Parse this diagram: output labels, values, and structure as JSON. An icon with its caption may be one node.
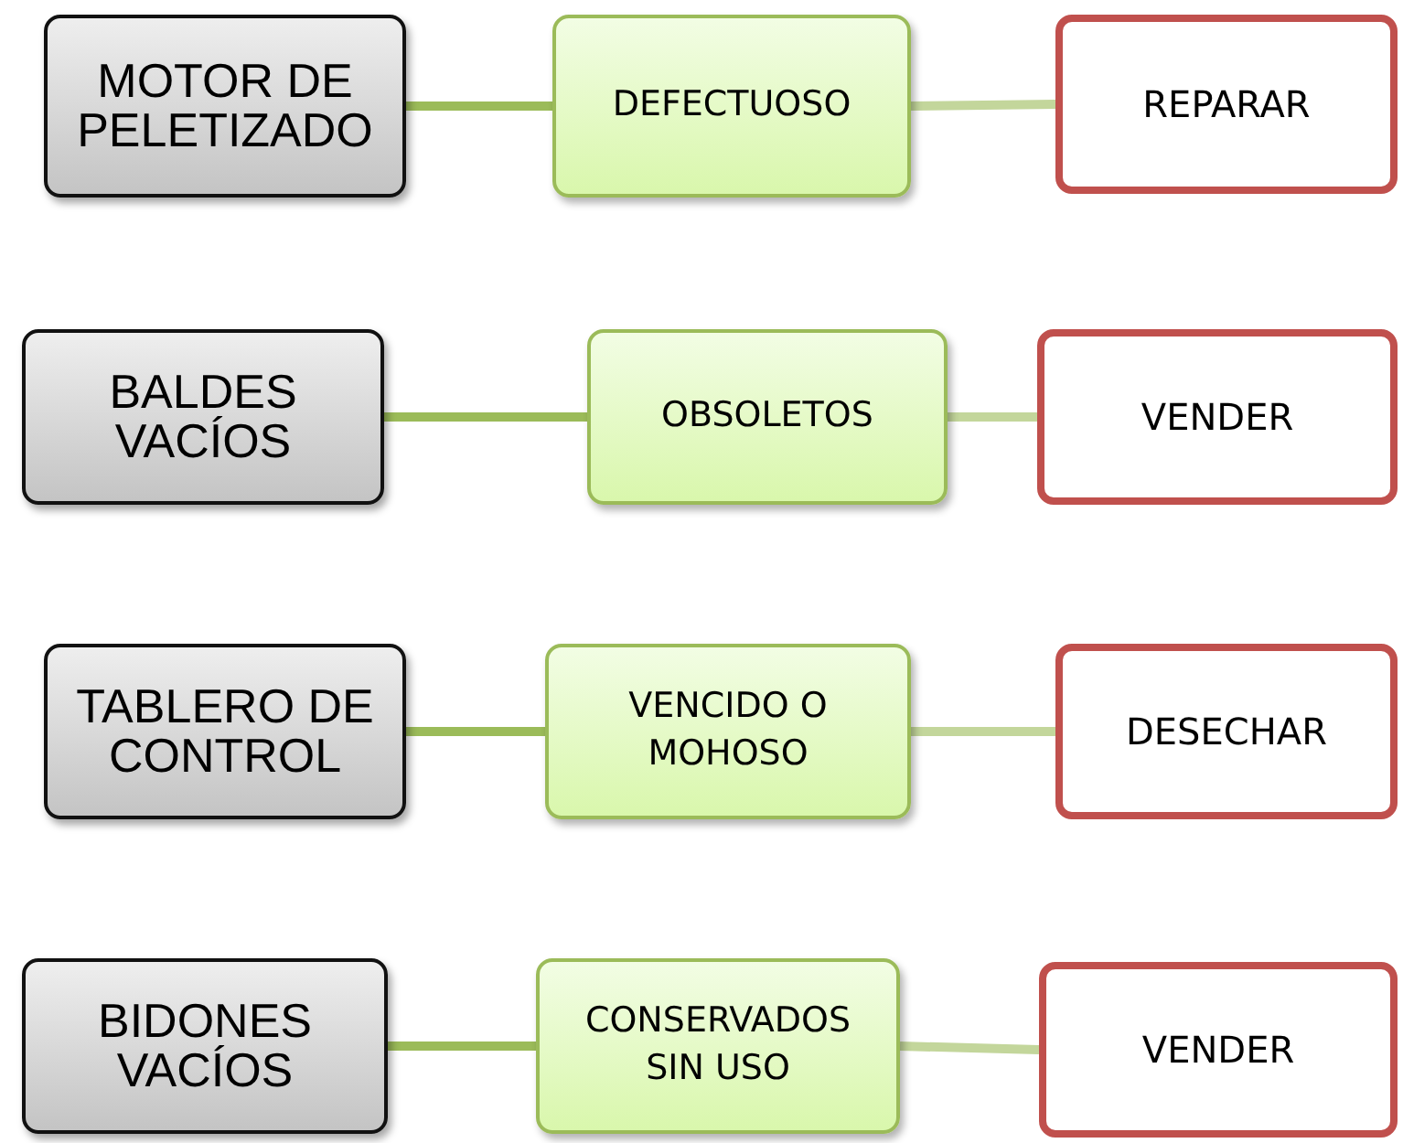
{
  "diagram": {
    "nodes": [
      {
        "text": [
          "MOTOR DE PELETIZADO"
        ]
      },
      {
        "text": [
          "DEFECTUOSO"
        ]
      },
      {
        "text": [
          "REPARAR"
        ]
      },
      {
        "text": [
          "BALDES VACÍOS"
        ]
      },
      {
        "text": [
          "OBSOLETOS"
        ]
      },
      {
        "text": [
          "VENDER"
        ]
      },
      {
        "text": [
          "TABLERO DE CONTROL"
        ]
      },
      {
        "text": [
          "VENCIDO O MOHOSO"
        ]
      },
      {
        "text": [
          "DESECHAR"
        ]
      },
      {
        "text": [
          "BIDONES VACÍOS"
        ]
      },
      {
        "text": [
          "CONSERVADOS SIN USO"
        ]
      },
      {
        "text": [
          "VENDER"
        ]
      }
    ],
    "edges": [
      {
        "from": 0,
        "to": 1,
        "arrow": "none",
        "color": "#9bbb59"
      },
      {
        "from": 1,
        "to": 2,
        "arrow": "none",
        "color": "#c3d69b"
      },
      {
        "from": 3,
        "to": 4,
        "arrow": "none",
        "color": "#9bbb59"
      },
      {
        "from": 4,
        "to": 5,
        "arrow": "none",
        "color": "#c3d69b"
      },
      {
        "from": 6,
        "to": 7,
        "arrow": "none",
        "color": "#9bbb59"
      },
      {
        "from": 7,
        "to": 8,
        "arrow": "none",
        "color": "#c3d69b"
      },
      {
        "from": 9,
        "to": 10,
        "arrow": "none",
        "color": "#9bbb59"
      },
      {
        "from": 10,
        "to": 11,
        "arrow": "none",
        "color": "#c3d69b"
      }
    ]
  }
}
